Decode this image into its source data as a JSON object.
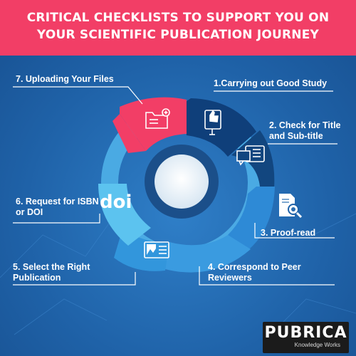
{
  "header": {
    "line1": "CRITICAL CHECKLISTS TO SUPPORT YOU ON",
    "line2": "YOUR SCIENTIFIC PUBLICATION JOURNEY"
  },
  "steps": [
    {
      "line1": "1.Carrying out Good Study",
      "line2": "",
      "icon": "thumbs-up-book-icon"
    },
    {
      "line1": "2. Check for Title",
      "line2": "and Sub-title",
      "icon": "document-speech-bubble-icon"
    },
    {
      "line1": "3.  Proof-read",
      "line2": "",
      "icon": "document-magnifier-icon"
    },
    {
      "line1": "4.  Correspond to Peer",
      "line2": "Reviewers",
      "icon": "semicircle-icon"
    },
    {
      "line1": "5. Select the Right",
      "line2": "Publication",
      "icon": "image-document-icon"
    },
    {
      "line1": "6. Request for ISBN",
      "line2": "or DOI",
      "icon": "doi-icon"
    },
    {
      "line1": "7. Uploading Your Files",
      "line2": "",
      "icon": "folder-upload-icon"
    }
  ],
  "doi_text": "doi",
  "colors": {
    "header": "#f23e66",
    "background": "#1f62a8",
    "segment_pink": "#f23e66",
    "segment_navy": "#0f3f7a",
    "segment_light": "#5cc3ef",
    "segment_mid": "#3296dc"
  },
  "brand": {
    "name": "PUBRICA",
    "tagline": "Knowledge Works"
  }
}
